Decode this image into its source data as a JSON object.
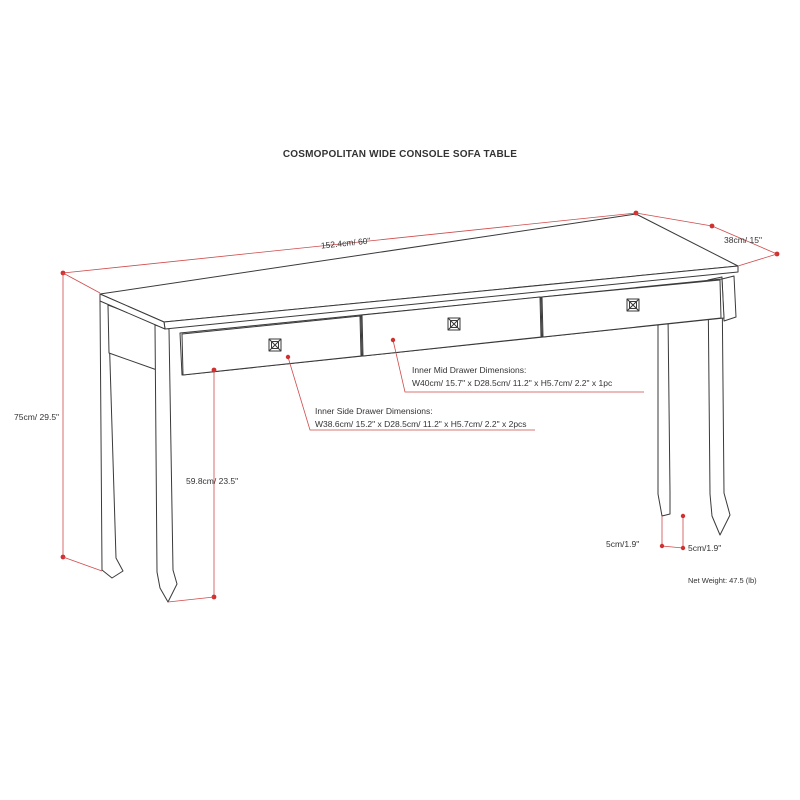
{
  "title": "COSMOPOLITAN WIDE CONSOLE SOFA TABLE",
  "dimensions": {
    "width": "152.4cm/ 60\"",
    "depth": "38cm/ 15\"",
    "height": "75cm/ 29.5\"",
    "clearance": "59.8cm/ 23.5\"",
    "leg_side": "5cm/1.9\"",
    "leg_front": "5cm/1.9\""
  },
  "mid_drawer": {
    "heading": "Inner Mid Drawer Dimensions:",
    "spec": "W40cm/ 15.7\" x D28.5cm/ 11.2\" x H5.7cm/ 2.2\" x 1pc"
  },
  "side_drawer": {
    "heading": "Inner Side Drawer Dimensions:",
    "spec": "W38.6cm/ 15.2\" x D28.5cm/ 11.2\" x H5.7cm/ 2.2\" x 2pcs"
  },
  "net_weight": "Net Weight:  47.5 (lb)",
  "colors": {
    "outline": "#3a3a3a",
    "dimension": "#d04a4a"
  },
  "icons": [
    "drawer-knob-icon"
  ]
}
